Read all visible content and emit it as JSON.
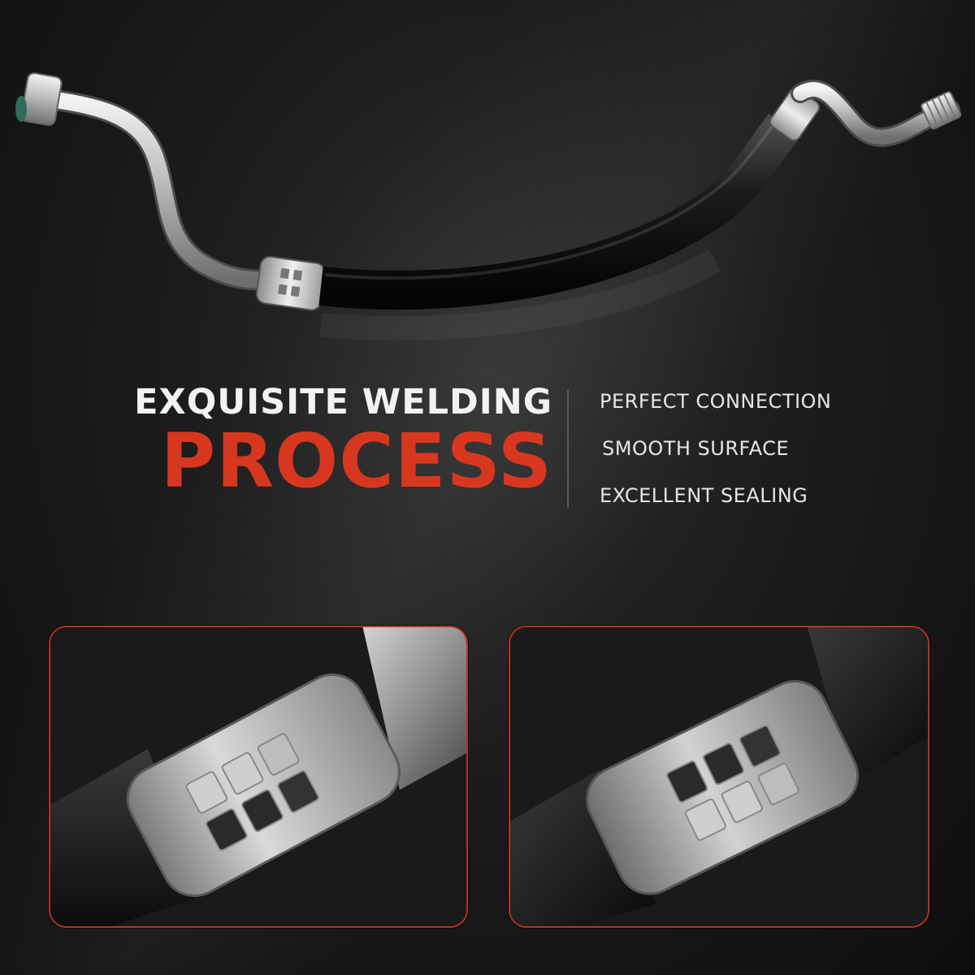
{
  "headline": {
    "line1": "EXQUISITE WELDING",
    "line2": "PROCESS"
  },
  "features": [
    "PERFECT CONNECTION",
    "SMOOTH SURFACE",
    "EXCELLENT SEALING"
  ],
  "colors": {
    "background": "#1c1c1c",
    "accent_red": "#d8371f",
    "text_white": "#f2f2f2",
    "panel_border": "#b8321f"
  }
}
